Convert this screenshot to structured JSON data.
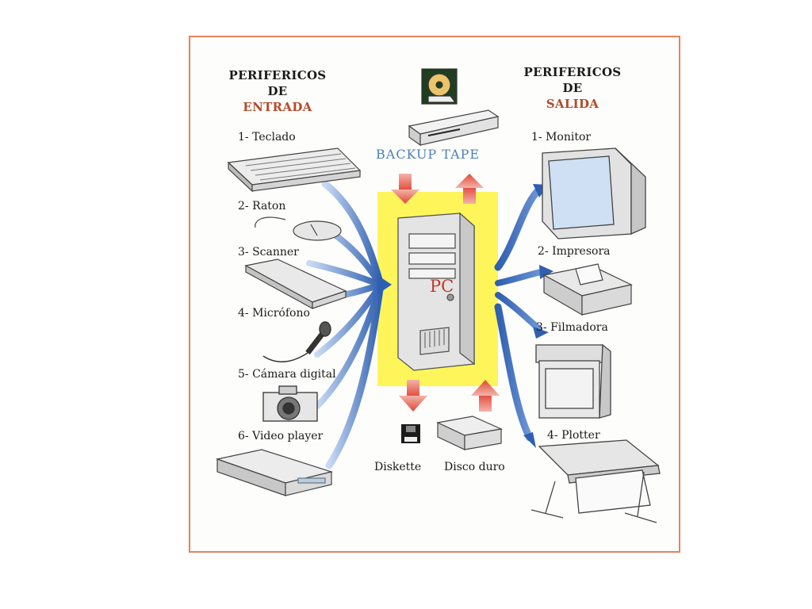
{
  "input_title": {
    "line1": "PERIFERICOS",
    "line2": "DE",
    "line3": "ENTRADA"
  },
  "output_title": {
    "line1": "PERIFERICOS",
    "line2": "DE",
    "line3": "SALIDA"
  },
  "center": {
    "backup_label": "BACKUP TAPE",
    "pc_label": "PC"
  },
  "inputs": [
    "1- Teclado",
    "2- Raton",
    "3- Scanner",
    "4- Micrófono",
    "5- Cámara digital",
    "6- Video player"
  ],
  "outputs": [
    "1- Monitor",
    "2- Impresora",
    "3- Filmadora",
    "4- Plotter"
  ],
  "storage": [
    "Diskette",
    "Disco duro"
  ],
  "colors": {
    "frame": "#e8825a",
    "pc_panel": "#fdf55a",
    "arrow_blue": "#2f5fb0",
    "arrow_red": "#e05a4a",
    "accent_text": "#b34a2a"
  }
}
